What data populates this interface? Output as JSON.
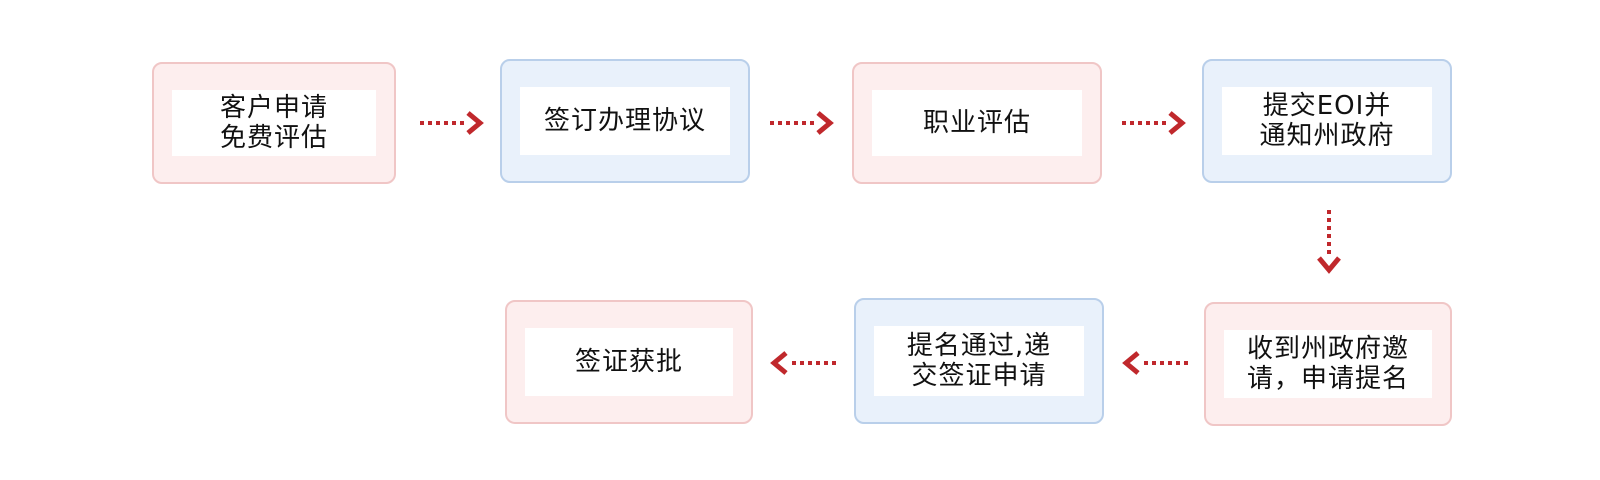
{
  "diagram": {
    "steps": [
      {
        "id": "step-1",
        "label": "客户申请\n免费评估",
        "style": "pink"
      },
      {
        "id": "step-2",
        "label": "签订办理协议",
        "style": "blue"
      },
      {
        "id": "step-3",
        "label": "职业评估",
        "style": "pink"
      },
      {
        "id": "step-4",
        "label": "提交EOI并\n通知州政府",
        "style": "blue"
      },
      {
        "id": "step-5",
        "label": "收到州政府邀\n请，申请提名",
        "style": "pink"
      },
      {
        "id": "step-6",
        "label": "提名通过,递\n交签证申请",
        "style": "blue"
      },
      {
        "id": "step-7",
        "label": "签证获批",
        "style": "pink"
      }
    ],
    "arrow_color": "#c0282c",
    "box_colors": {
      "pink_fill": "#fdeeee",
      "pink_border": "#f0c6c6",
      "blue_fill": "#e9f1fb",
      "blue_border": "#b9cfea"
    }
  }
}
